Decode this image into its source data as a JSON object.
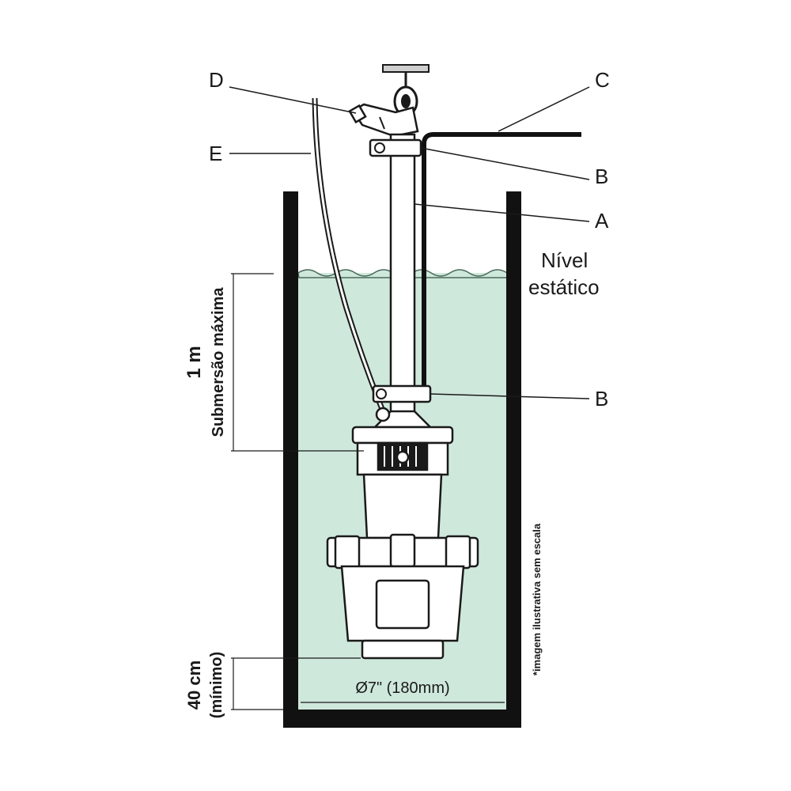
{
  "labels": {
    "A": "A",
    "B_top": "B",
    "B_bottom": "B",
    "C": "C",
    "D": "D",
    "E": "E"
  },
  "static_level": [
    "Nível",
    "estático"
  ],
  "submersion": {
    "value": "1 m",
    "caption": "Submersão máxima"
  },
  "minimum": {
    "value": "40 cm",
    "caption": "(mínimo)"
  },
  "diameter": "Ø7\" (180mm)",
  "disclaimer": "*imagem ilustrativa sem escala",
  "colors": {
    "water": "#cfe8dc",
    "outline": "#1a1a1a",
    "wall": "#111111"
  }
}
